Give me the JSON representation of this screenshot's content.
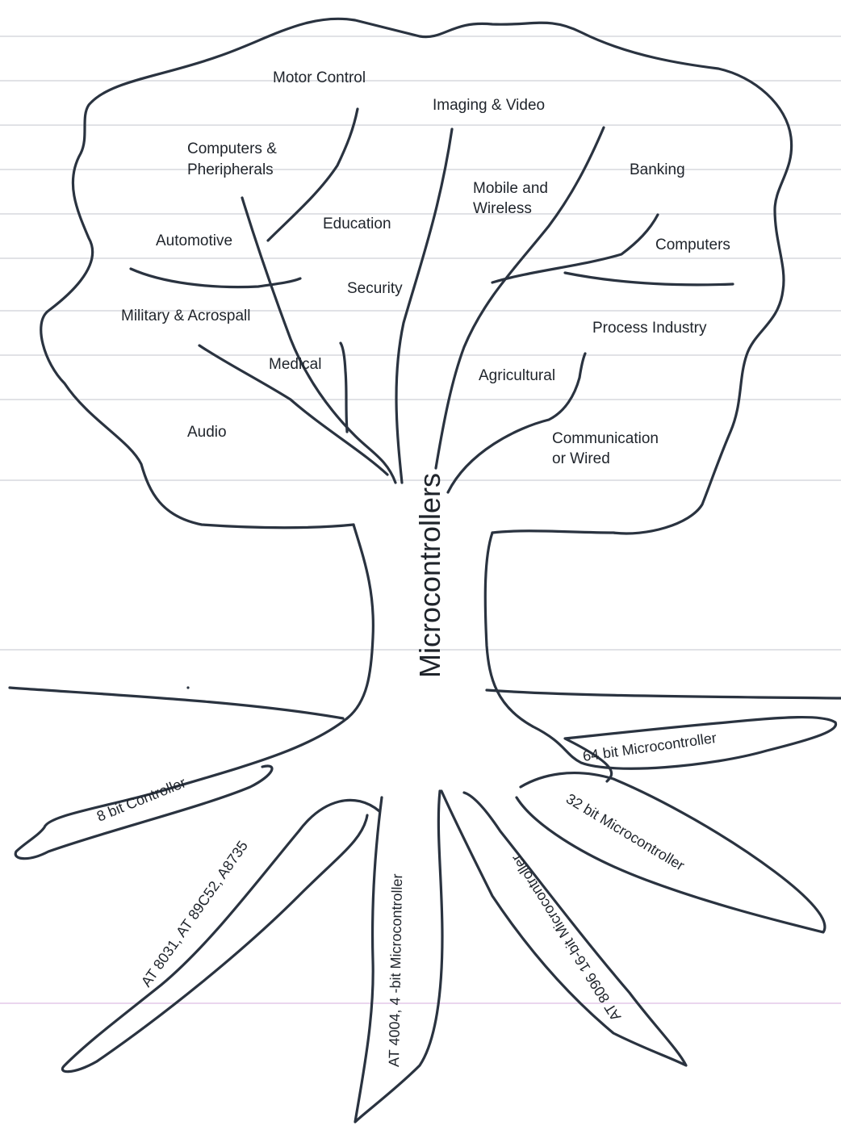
{
  "trunk": {
    "label": "Microcontrollers"
  },
  "branches": {
    "motor_control": "Motor Control",
    "imaging_video": "Imaging & Video",
    "computers_peripherals": [
      "Computers &",
      "Pheripherals"
    ],
    "banking": "Banking",
    "mobile_wireless": [
      "Mobile and",
      "Wireless"
    ],
    "education": "Education",
    "automotive": "Automotive",
    "computers": "Computers",
    "security": "Security",
    "military_aerospace": "Military & Acrospall",
    "process_industry": "Process Industry",
    "medical": "Medical",
    "agricultural": "Agricultural",
    "audio": "Audio",
    "communication": [
      "Communication",
      "or Wired"
    ]
  },
  "roots": {
    "r8bit": "8 bit Controller",
    "r8bit_parts": "AT 8031, AT 89C52, A8735",
    "r4bit": "AT 4004, 4 -bit Microcontroller",
    "r16bit": "AT 8096 16-bit Microcontroller",
    "r32bit": "32 bit Microcontroller",
    "r64bit": "64 bit Microcontroller"
  }
}
